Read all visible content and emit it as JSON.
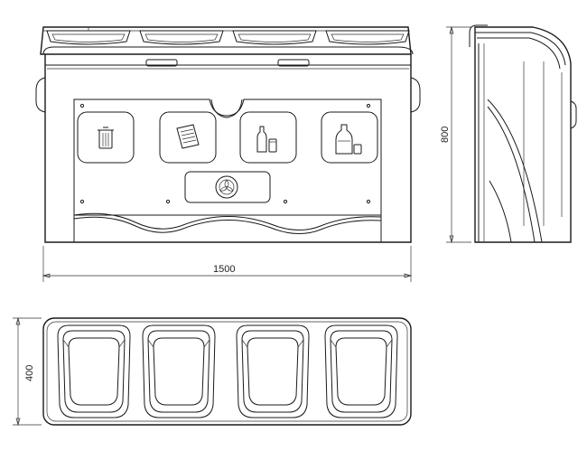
{
  "dimensions": {
    "width_label": "1500",
    "height_label": "800",
    "depth_label": "400"
  },
  "colors": {
    "line": "#1a1a1a",
    "background": "#ffffff"
  },
  "front_view": {
    "compartments": [
      {
        "icon": "trash-can-icon"
      },
      {
        "icon": "paper-icon"
      },
      {
        "icon": "bottle-can-icon"
      },
      {
        "icon": "glass-bottle-icon"
      }
    ],
    "center_logo": "recycle-emblem-icon"
  },
  "top_view": {
    "openings": 4
  }
}
